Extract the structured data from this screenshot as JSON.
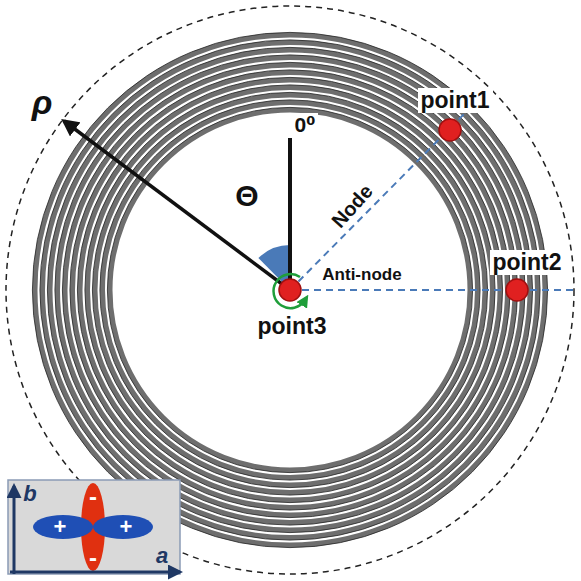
{
  "diagram": {
    "labels": [
      "point1",
      "point2",
      "point3",
      "0⁰",
      "Θ",
      "ρ",
      "Node",
      "Anti-node",
      "b",
      "a",
      "+",
      "+",
      "-",
      "-"
    ]
  }
}
